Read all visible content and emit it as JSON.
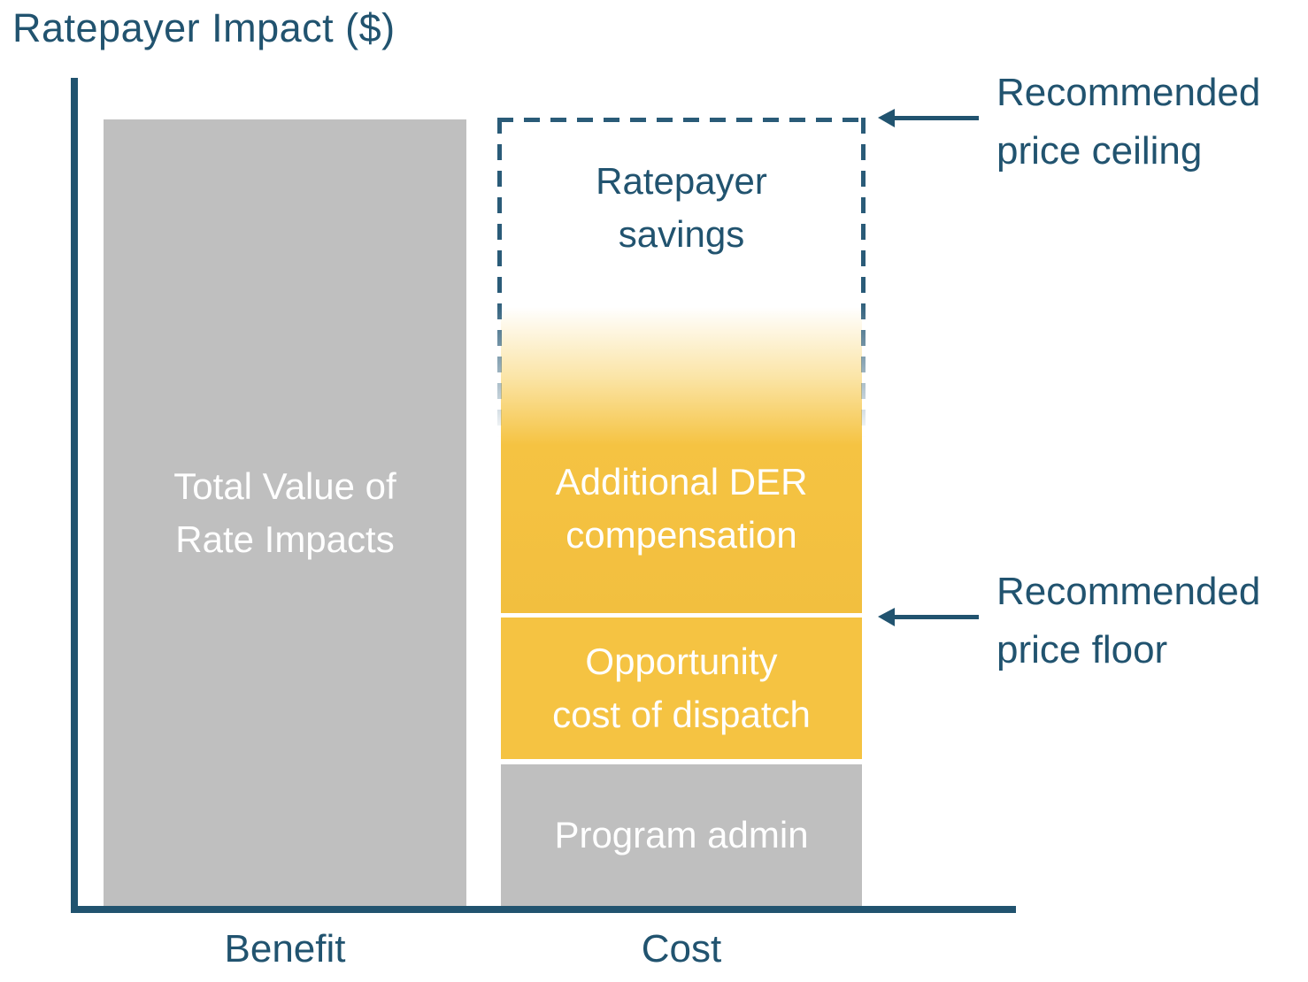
{
  "title": "Ratepayer Impact ($)",
  "bars": {
    "benefit": {
      "label": "Total Value of\nRate Impacts"
    },
    "cost": {
      "savings_label": "Ratepayer\nsavings",
      "der_label": "Additional DER\ncompensation",
      "opportunity_label": "Opportunity\ncost of dispatch",
      "admin_label": "Program admin"
    }
  },
  "annotations": {
    "ceiling_label": "Recommended\nprice ceiling",
    "floor_label": "Recommended\nprice floor"
  },
  "colors": {
    "ink": "#21536F",
    "dashed_box": "#2A5B78",
    "gray_bar": "#BFBFBF",
    "yellow_bar": "#F5C342",
    "bar_text": "#FFFFFF"
  },
  "chart_data": {
    "type": "bar",
    "title": "Ratepayer Impact ($)",
    "ylabel": "Ratepayer Impact ($)",
    "xlabel": "",
    "categories": [
      "Benefit",
      "Cost"
    ],
    "value_units": "relative % of Benefit bar height (no numeric axis shown; values estimated from pixel heights)",
    "series": [
      {
        "name": "Total Value of Rate Impacts",
        "values": [
          100,
          0
        ],
        "color": "#BFBFBF"
      },
      {
        "name": "Program admin",
        "values": [
          0,
          18
        ],
        "color": "#BFBFBF"
      },
      {
        "name": "Opportunity cost of dispatch",
        "values": [
          0,
          19
        ],
        "color": "#F5C342"
      },
      {
        "name": "Additional DER compensation",
        "values": [
          0,
          30
        ],
        "color": "#F5C342",
        "style": "top edge fades from yellow to white"
      },
      {
        "name": "Ratepayer savings",
        "values": [
          0,
          33
        ],
        "color": "#FFFFFF",
        "style": "white fill inside dashed outline box"
      }
    ],
    "annotations": [
      {
        "text": "Recommended price ceiling",
        "level_pct": 100,
        "target": "top of dashed box on Cost bar",
        "arrow": "points left"
      },
      {
        "text": "Recommended price floor",
        "level_pct": 37,
        "target": "white line between Additional DER compensation and Opportunity cost of dispatch",
        "arrow": "points left"
      }
    ],
    "legend": "none",
    "grid": false,
    "ylim": [
      0,
      110
    ]
  }
}
